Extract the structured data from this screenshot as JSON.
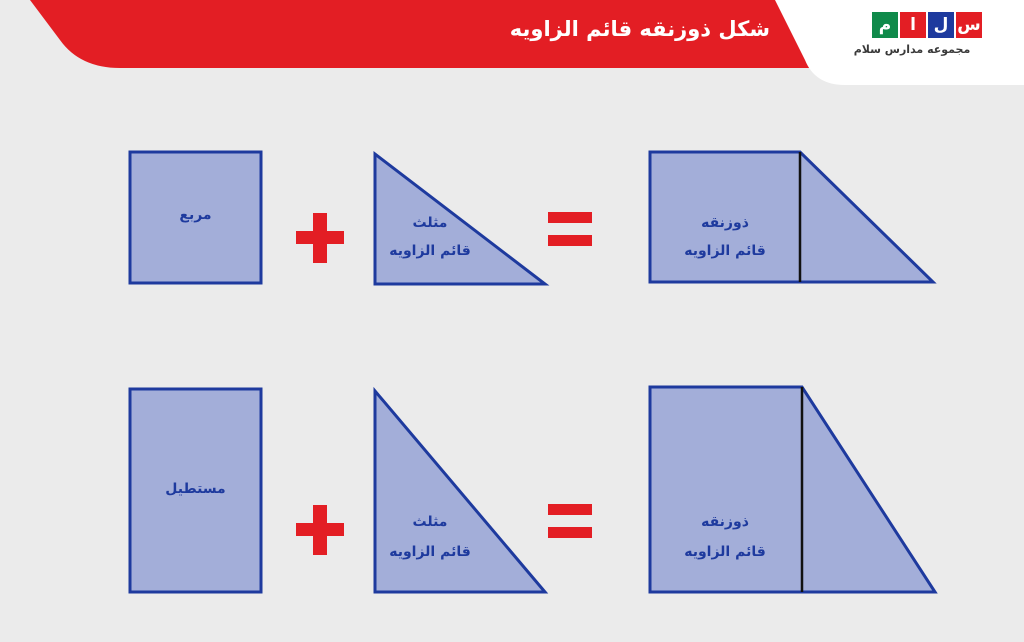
{
  "header": {
    "title": "شکل ذوزنقه قائم الزاویه",
    "accent_color": "#e31e24"
  },
  "logo": {
    "letters": [
      "س",
      "ل",
      "ا",
      "م"
    ],
    "letter_colors": [
      "#e31e24",
      "#1e3a9e",
      "#e31e24",
      "#0f8a4a"
    ],
    "caption": "مجموعه مدارس سلام"
  },
  "diagram": {
    "shape_fill": "#a3aed9",
    "shape_stroke": "#1e3a9e",
    "operator_color": "#e31e24",
    "rows": [
      {
        "left_shape_label": "مربع",
        "plus_symbol": "+",
        "triangle_label_line1": "مثلث",
        "triangle_label_line2": "قائم الزاویه",
        "equals_symbol": "=",
        "result_label_line1": "ذوزنقه",
        "result_label_line2": "قائم الزاویه"
      },
      {
        "left_shape_label": "مستطیل",
        "plus_symbol": "+",
        "triangle_label_line1": "مثلث",
        "triangle_label_line2": "قائم الزاویه",
        "equals_symbol": "=",
        "result_label_line1": "ذوزنقه",
        "result_label_line2": "قائم الزاویه"
      }
    ]
  }
}
